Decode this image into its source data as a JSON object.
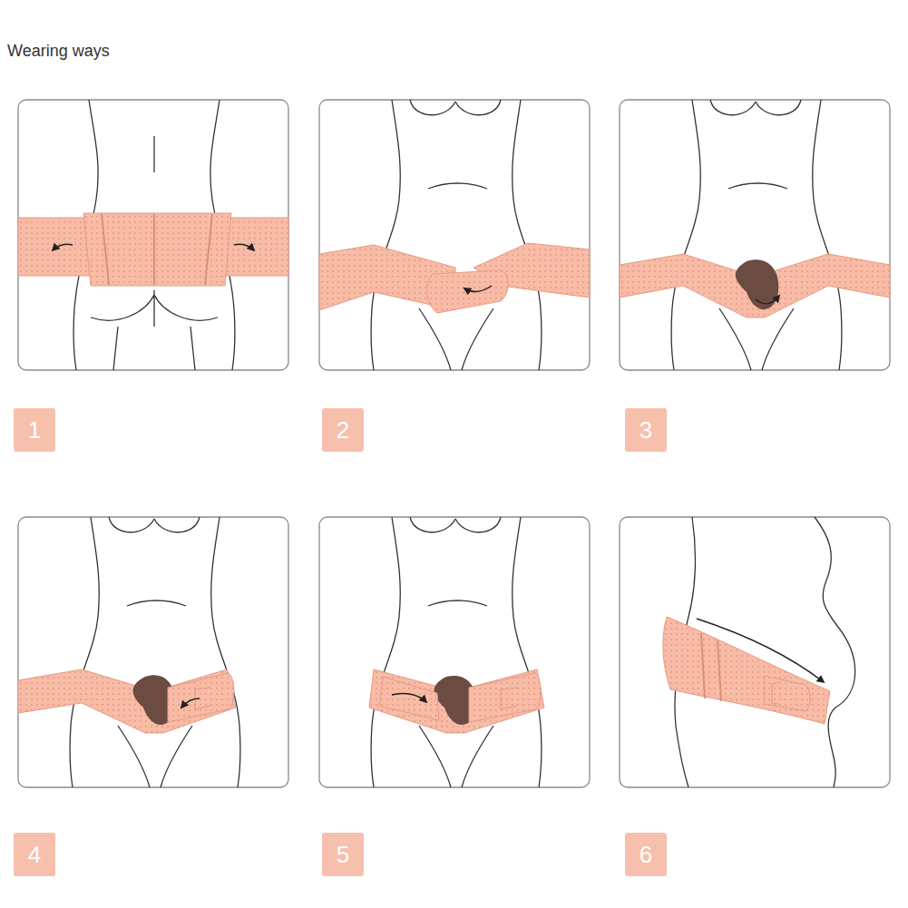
{
  "diagram": {
    "title": "Wearing ways",
    "nodes": [
      {
        "text": [
          "1"
        ]
      },
      {
        "text": [
          "2"
        ]
      },
      {
        "text": [
          "3"
        ]
      },
      {
        "text": [
          "4"
        ]
      },
      {
        "text": [
          "5"
        ]
      },
      {
        "text": [
          "6"
        ]
      }
    ]
  }
}
